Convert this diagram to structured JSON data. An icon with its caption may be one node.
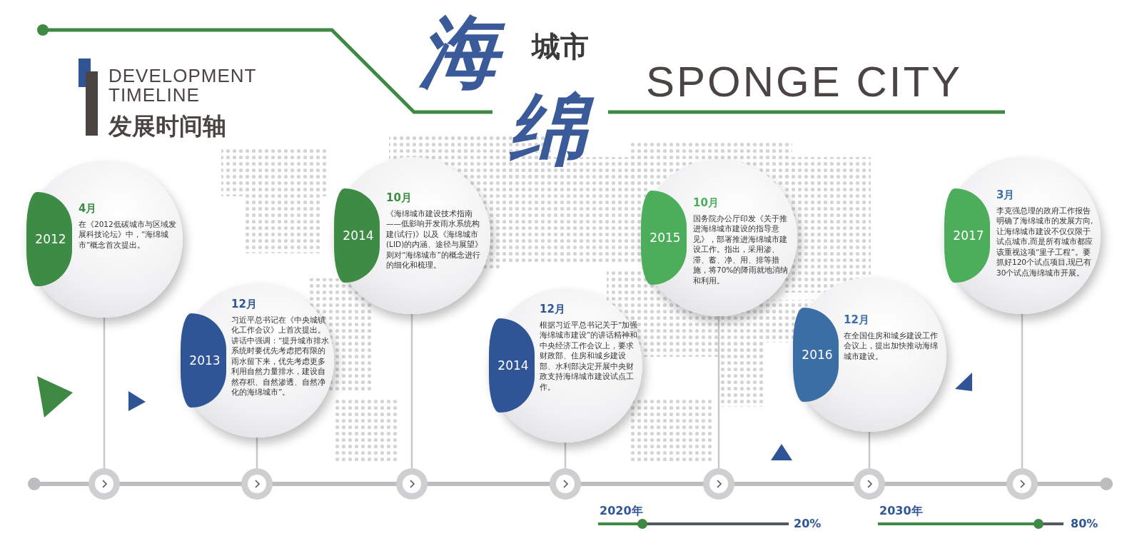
{
  "diagram": {
    "nodes": [
      {
        "text": [
          "4月",
          "2012",
          "在《2012低碳城市与区域发展科技论坛》中，“海绵城市”概念首次提出。"
        ]
      },
      {
        "text": [
          "12月",
          "2013",
          "习近平总书记在《中央城镇化工作会议》上首次提出。讲话中强调：“提升城市排水系统时要优先考虑把有限的雨水留下来，优先考虑更多利用自然力量排水，建设自然存积、自然渗透、自然净化的海绵城市”。"
        ]
      },
      {
        "text": [
          "10月",
          "2014",
          "《海绵城市建设技术指南——低影响开发雨水系统构建(试行)》以及《海绵城市(LID)的内涵、途径与展望》则对“海绵城市”的概念进行的细化和梳理。"
        ]
      },
      {
        "text": [
          "12月",
          "2014",
          "根据习近平总书记关于“加强海绵城市建设”的讲话精神和中央经济工作会议上，要求财政部、住房和城乡建设部、水利部决定开展中央财政支持海绵城市建设试点工作。"
        ]
      },
      {
        "text": [
          "10月",
          "2015",
          "国务院办公厅印发《关于推进海绵城市建设的指导意见》，部署推进海绵城市建设工作。指出，采用渗、滞、蓄、净、用、排等措施，将70%的降雨就地消纳和利用。"
        ]
      },
      {
        "text": [
          "12月",
          "2016",
          "在全国住房和城乡建设工作会议上，提出加快推动海绵城市建设。"
        ]
      },
      {
        "text": [
          "3月",
          "2017",
          "李克强总理的政府工作报告明确了海绵城市的发展方向,让海绵城市建设不仅仅限于试点城市,而是所有城市都应该重视这项“里子工程”。要抓好120个试点项目,现已有30个试点海绵城市开展。"
        ]
      },
      {
        "text": [],
        "shape": "circle"
      },
      {
        "text": [],
        "shape": "circle"
      },
      {
        "text": [],
        "shape": "circle"
      },
      {
        "text": [],
        "shape": "circle"
      },
      {
        "text": [],
        "shape": "circle"
      },
      {
        "text": [],
        "shape": "circle"
      },
      {
        "text": [],
        "shape": "circle"
      }
    ],
    "edges": [
      {
        "from": 0,
        "to": 7,
        "arrow": "none"
      },
      {
        "from": 1,
        "to": 8,
        "arrow": "none"
      },
      {
        "from": 2,
        "to": 9,
        "arrow": "none"
      },
      {
        "from": 3,
        "to": 10,
        "arrow": "none"
      },
      {
        "from": 4,
        "to": 11,
        "arrow": "none"
      },
      {
        "from": 5,
        "to": 12,
        "arrow": "none"
      },
      {
        "from": 6,
        "to": 13,
        "arrow": "none"
      }
    ],
    "labels": [
      "DEVELOPMENT TIMELINE",
      "发展时间轴",
      "海",
      "城市",
      "SPONGE CITY",
      "绵",
      "2020年",
      "20%",
      "2030年",
      "80%"
    ]
  }
}
